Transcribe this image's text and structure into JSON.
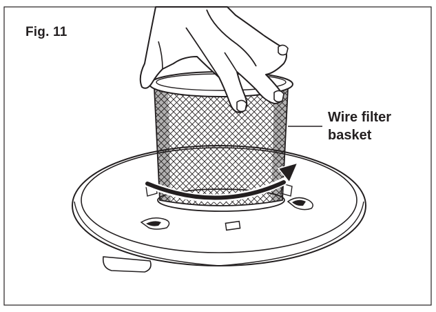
{
  "figure": {
    "label": "Fig. 11",
    "callout_line1": "Wire filter",
    "callout_line2": "basket"
  },
  "colors": {
    "ink": "#231f20",
    "background": "#ffffff"
  }
}
